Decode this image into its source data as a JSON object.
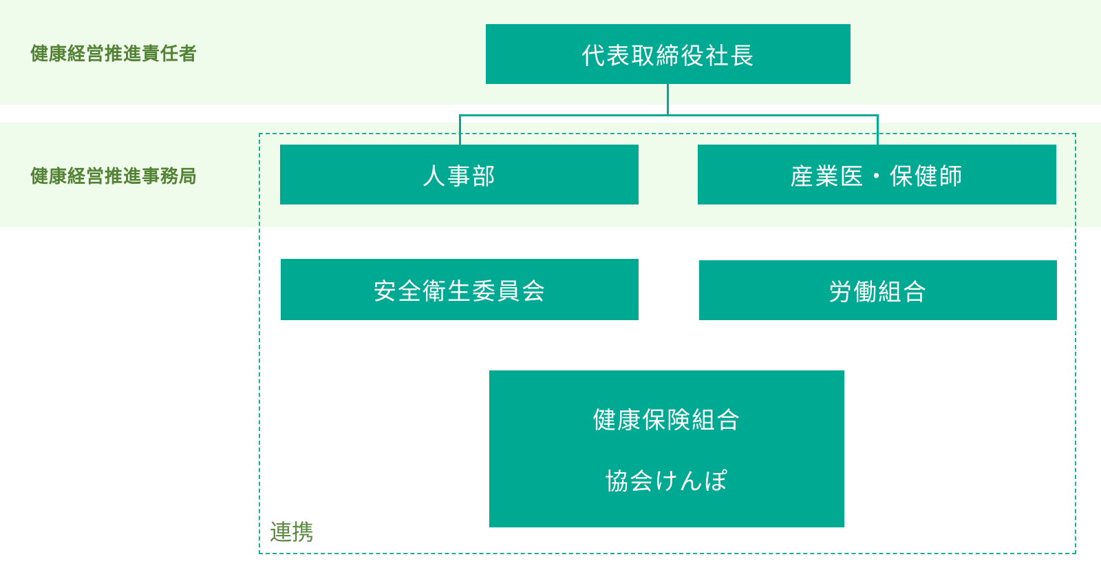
{
  "roles": {
    "leader": "健康経営推進責任者",
    "office": "健康経営推進事務局"
  },
  "nodes": {
    "ceo": "代表取締役社長",
    "hr": "人事部",
    "doctor": "産業医・保健師",
    "safety": "安全衛生委員会",
    "union": "労働組合",
    "insurance_1": "健康保険組合",
    "insurance_2": "協会けんぽ"
  },
  "collaboration_label": "連携",
  "colors": {
    "box": "#00a991",
    "band": "#effcec",
    "label": "#548235"
  }
}
